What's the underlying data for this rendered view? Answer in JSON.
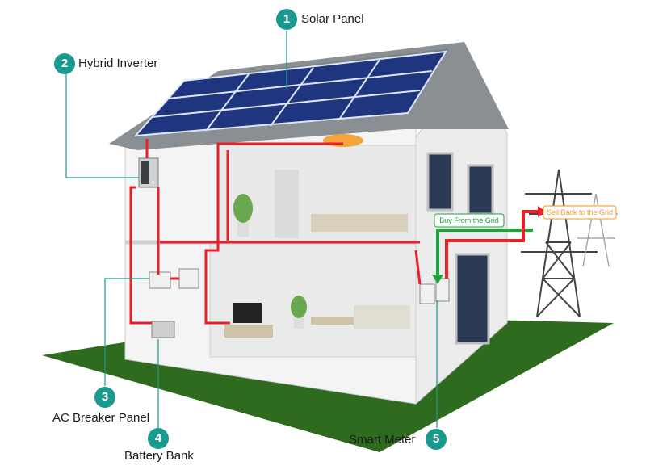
{
  "colors": {
    "accent": "#1a9a8e",
    "wire": "#e8202a",
    "buy_arrow": "#1ea53a",
    "sell_arrow": "#e8202a",
    "ground": "#2e6b1e",
    "roof": "#8a8f93",
    "panel": "#1f3580"
  },
  "callouts": [
    {
      "number": "1",
      "label": "Solar Panel"
    },
    {
      "number": "2",
      "label": "Hybrid Inverter"
    },
    {
      "number": "3",
      "label": "AC Breaker Panel"
    },
    {
      "number": "4",
      "label": "Battery Bank"
    },
    {
      "number": "5",
      "label": "Smart Meter"
    }
  ],
  "grid_flow": {
    "buy_label": "Buy From the Grid",
    "sell_label": "Sell Back to the Grid"
  }
}
